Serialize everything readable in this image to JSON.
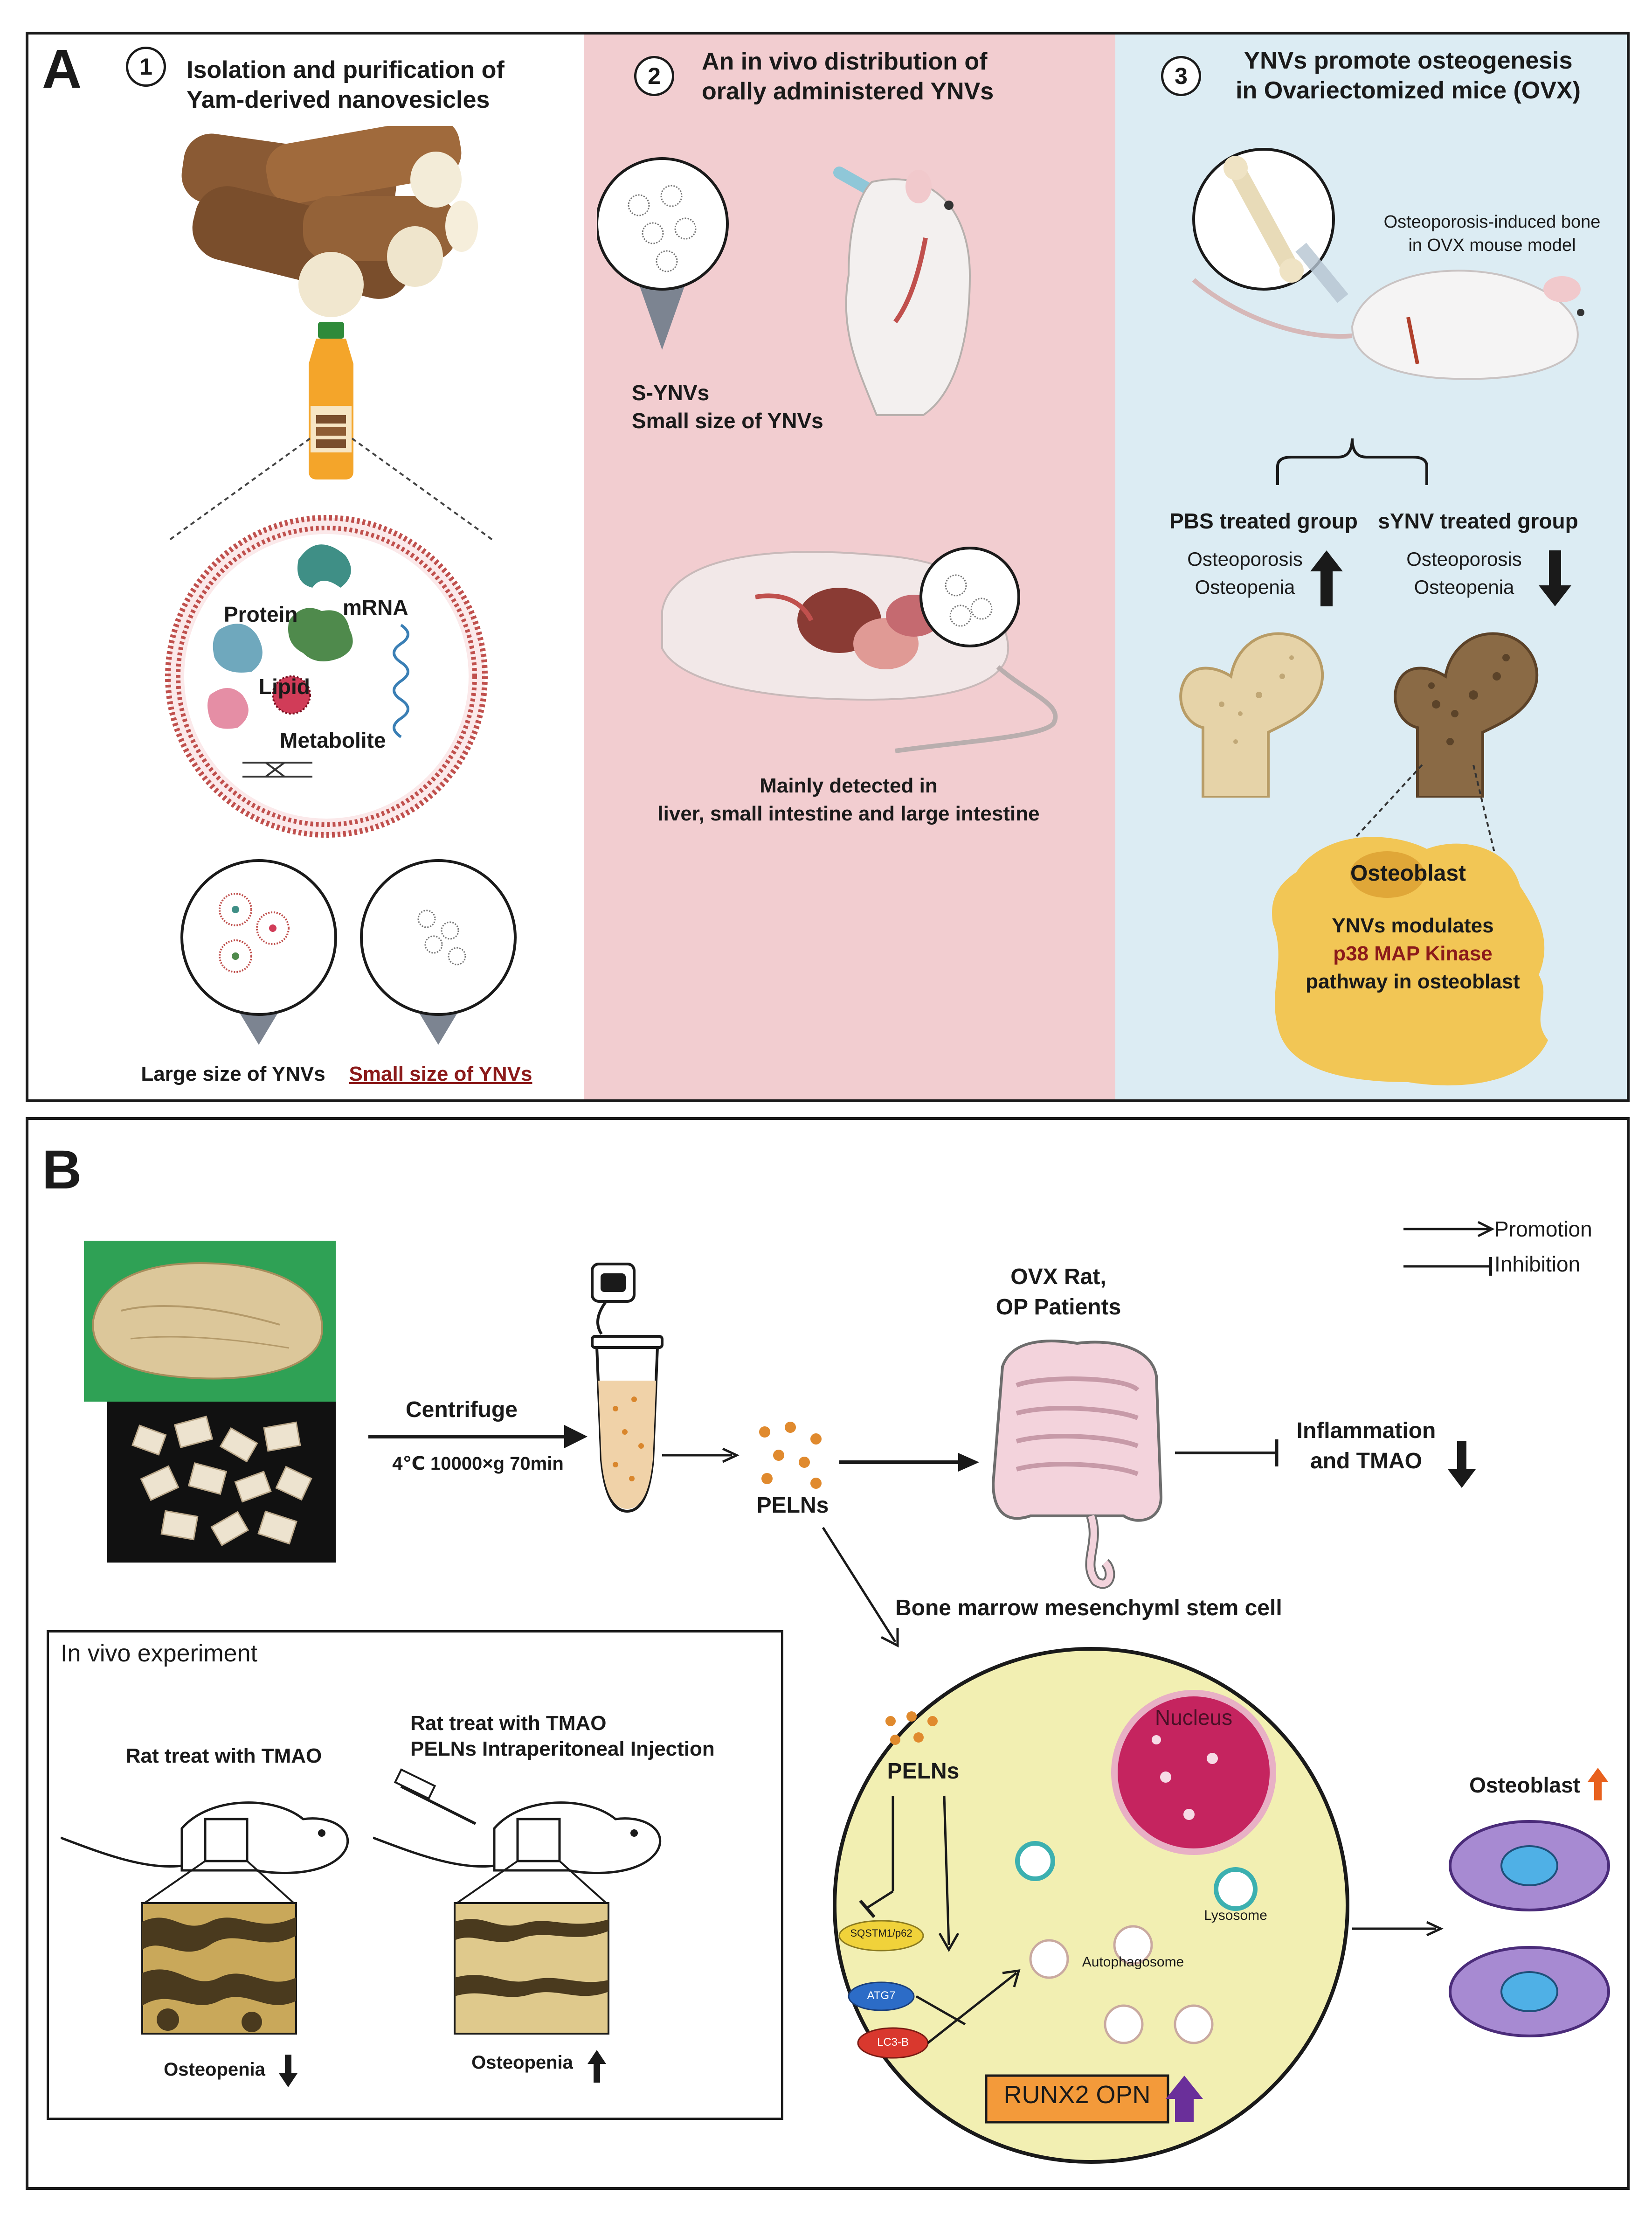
{
  "panelA": {
    "letter": "A",
    "col1": {
      "num": "1",
      "title_line1": "Isolation and purification of",
      "title_line2": "Yam-derived nanovesicles",
      "protein": "Protein",
      "mrna": "mRNA",
      "lipid": "Lipid",
      "metabolite": "Metabolite",
      "large_label": "Large size of YNVs",
      "small_label": "Small size of YNVs"
    },
    "col2": {
      "num": "2",
      "title_line1": "An in vivo distribution of",
      "title_line2": "orally administered YNVs",
      "syn_line1": "S-YNVs",
      "syn_line2": "Small size of YNVs",
      "detect_line1": "Mainly detected in",
      "detect_line2": "liver, small intestine and large intestine"
    },
    "col3": {
      "num": "3",
      "title_line1": "YNVs promote osteogenesis",
      "title_line2": "in Ovariectomized mice (OVX)",
      "bone_note_line1": "Osteoporosis-induced bone",
      "bone_note_line2": "in OVX mouse model",
      "pbs_group": "PBS treated group",
      "synv_group": "sYNV treated group",
      "osteoporosis": "Osteoporosis",
      "osteopenia": "Osteopenia",
      "osteoblast": "Osteoblast",
      "mod_line1": "YNVs modulates",
      "mod_line2": "p38 MAP Kinase",
      "mod_line3": "pathway in osteoblast"
    }
  },
  "panelB": {
    "letter": "B",
    "legend_promotion": "Promotion",
    "legend_inhibition": "Inhibition",
    "centrifuge": "Centrifuge",
    "centrifuge_cond": "4℃ 10000×g 70min",
    "pelns": "PELNs",
    "ovx_line1": "OVX Rat,",
    "ovx_line2": "OP Patients",
    "inflam_line1": "Inflammation",
    "inflam_line2": "and TMAO",
    "bmsc": "Bone marrow mesenchyml stem cell",
    "nucleus": "Nucleus",
    "lysosome": "Lysosome",
    "autophagosome": "Autophagosome",
    "sqstm": "SQSTM1/p62",
    "atg7": "ATG7",
    "lc3b": "LC3-B",
    "runx": "RUNX2 OPN",
    "osteoblast": "Osteoblast",
    "invivo_title": "In vivo experiment",
    "rat1": "Rat treat with TMAO",
    "rat2_line1": "Rat treat with TMAO",
    "rat2_line2": "PELNs Intraperitoneal Injection",
    "osteopenia1": "Osteopenia",
    "osteopenia2": "Osteopenia"
  },
  "colors": {
    "panel2_bg": "#f2cdd0",
    "panel3_bg": "#dcecf3",
    "accent_red": "#8b1a1a",
    "osteoblast_fill": "#f2c655",
    "nucleus_fill": "#c5245f",
    "runx_box": "#f39a3a"
  }
}
